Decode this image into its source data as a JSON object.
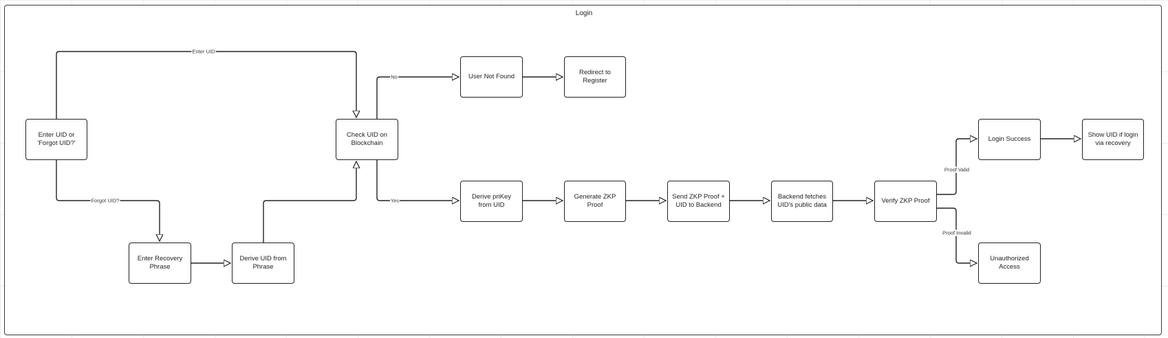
{
  "diagram": {
    "title": "Login",
    "nodes": {
      "enter_uid": "Enter UID or\n'Forgot UID?'",
      "check_uid": "Check UID on\nBlockchain",
      "user_not_found": "User Not Found",
      "redirect_register": "Redirect to\nRegister",
      "enter_recovery": "Enter Recovery\nPhrase",
      "derive_uid": "Derive UID from\nPhrase",
      "derive_prikey": "Derive priKey\nfrom UID",
      "generate_zkp": "Generate ZKP\nProof",
      "send_zkp": "Send ZKP Proof +\nUID to Backend",
      "backend_fetch": "Backend fetches\nUID's public data",
      "verify_zkp": "Verify ZKP Proof",
      "login_success": "Login Success",
      "show_uid": "Show UID if login\nvia recovery",
      "unauthorized": "Unauthorized\nAccess"
    },
    "edge_labels": {
      "enter_uid": "Enter UID",
      "forgot_uid": "Forgot UID?",
      "no": "No",
      "yes": "Yes",
      "proof_valid": "Proof Valid",
      "proof_invalid": "Proof Invalid"
    }
  }
}
